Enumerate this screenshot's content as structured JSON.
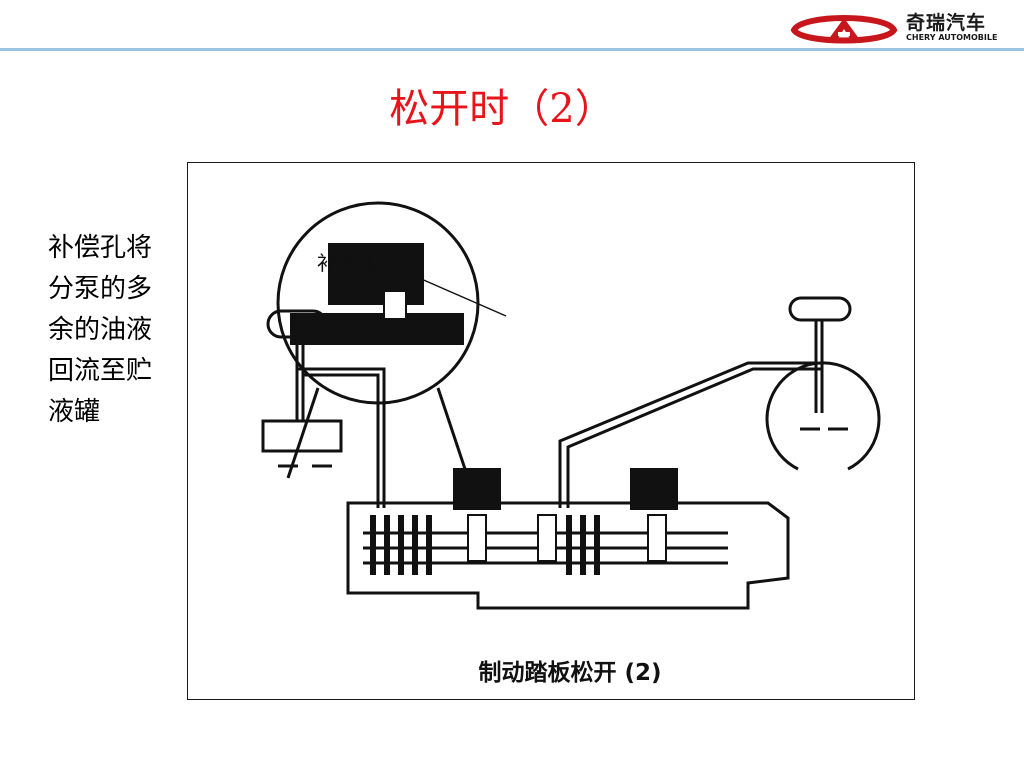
{
  "header": {
    "brand_cn": "奇瑞汽车",
    "brand_en": "CHERY AUTOMOBILE",
    "brand_color": "#c8161d",
    "rule_color": "#9cc3e6"
  },
  "slide": {
    "title": "松开时（2）",
    "title_color": "#e8141b",
    "side_note": "补偿孔将分泵的多余的油液回流至贮液罐"
  },
  "figure": {
    "callout_label": "补偿孔",
    "caption": "制动踏板松开 (2)"
  }
}
